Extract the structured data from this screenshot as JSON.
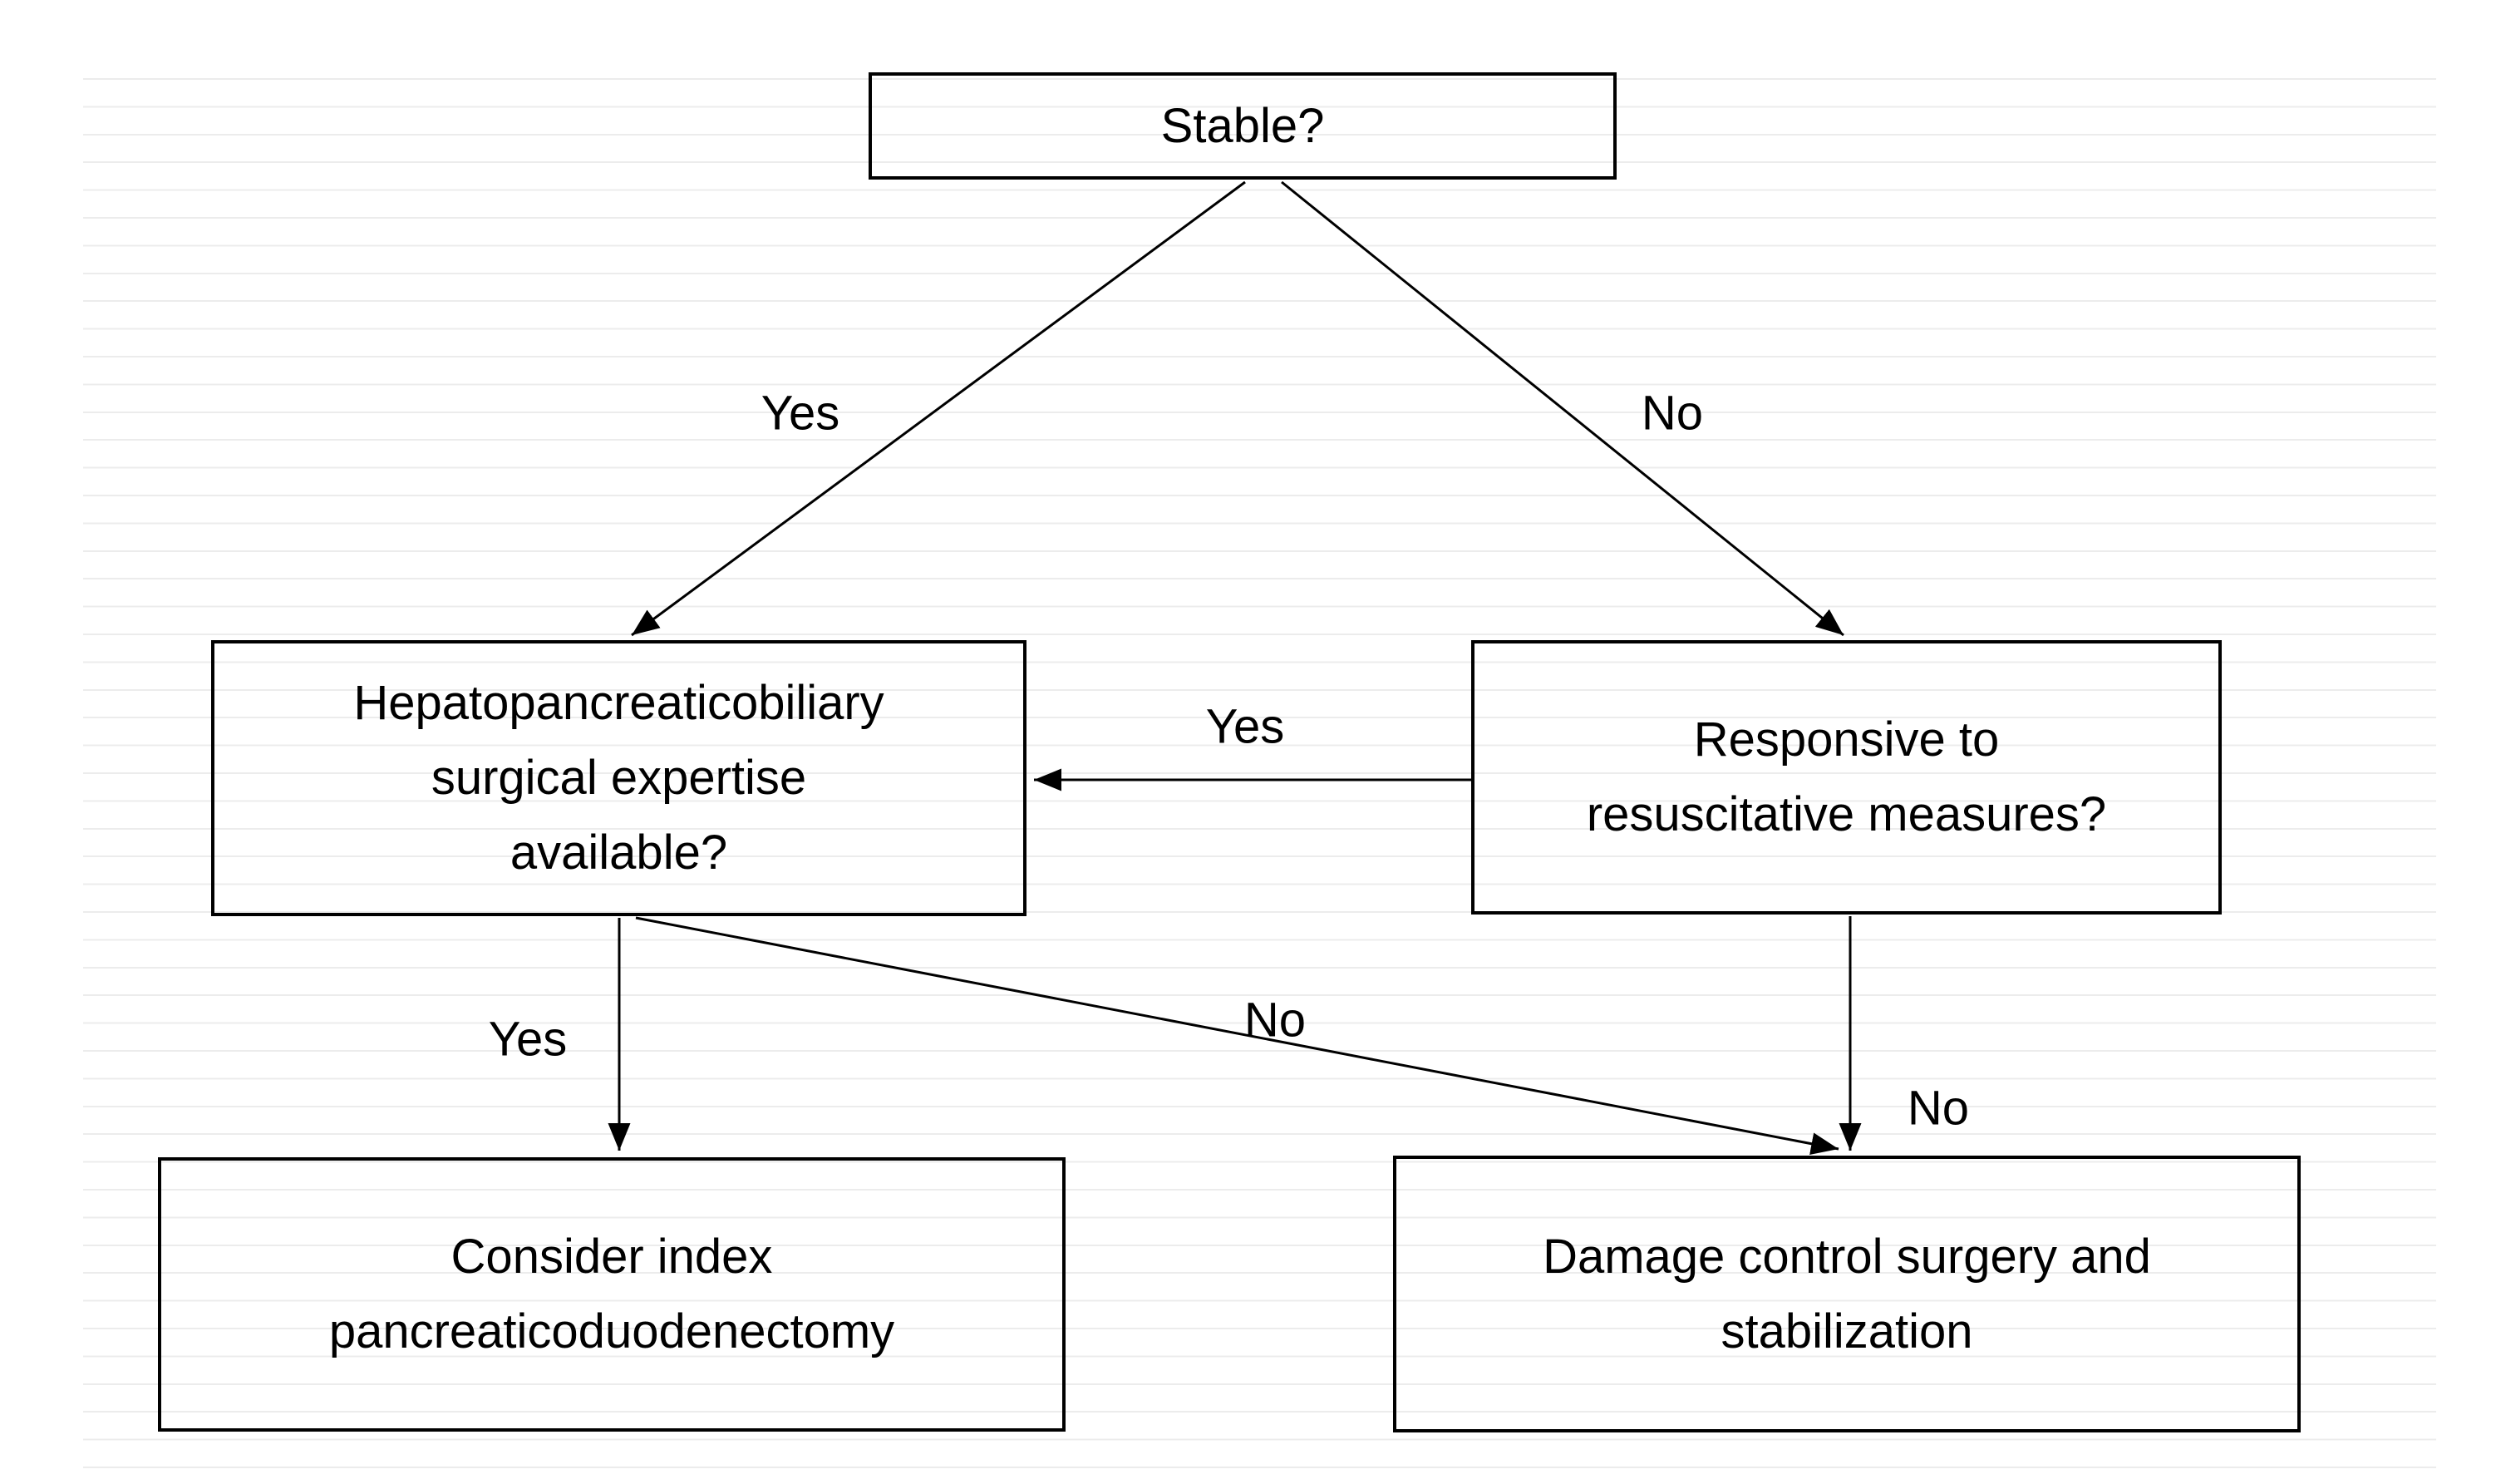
{
  "diagram": {
    "type": "flowchart",
    "nodes": {
      "stable": {
        "label": [
          "Stable?"
        ]
      },
      "hpb": {
        "label": [
          "Hepatopancreaticobiliary",
          "surgical expertise",
          "available?"
        ]
      },
      "responsive": {
        "label": [
          "Responsive to",
          "resuscitative measures?"
        ]
      },
      "index_pd": {
        "label": [
          "Consider index",
          "pancreaticoduodenectomy"
        ]
      },
      "damage_control": {
        "label": [
          "Damage control surgery and",
          "stabilization"
        ]
      }
    },
    "edges": {
      "stable_yes": {
        "label": "Yes",
        "from": "stable",
        "to": "hpb"
      },
      "stable_no": {
        "label": "No",
        "from": "stable",
        "to": "responsive"
      },
      "responsive_yes": {
        "label": "Yes",
        "from": "responsive",
        "to": "hpb"
      },
      "hpb_yes": {
        "label": "Yes",
        "from": "hpb",
        "to": "index_pd"
      },
      "hpb_no": {
        "label": "No",
        "from": "hpb",
        "to": "damage_control"
      },
      "responsive_no": {
        "label": "No",
        "from": "responsive",
        "to": "damage_control"
      }
    },
    "colors": {
      "ink": "#000000",
      "gridline": "#ececec",
      "background": "#ffffff"
    }
  }
}
